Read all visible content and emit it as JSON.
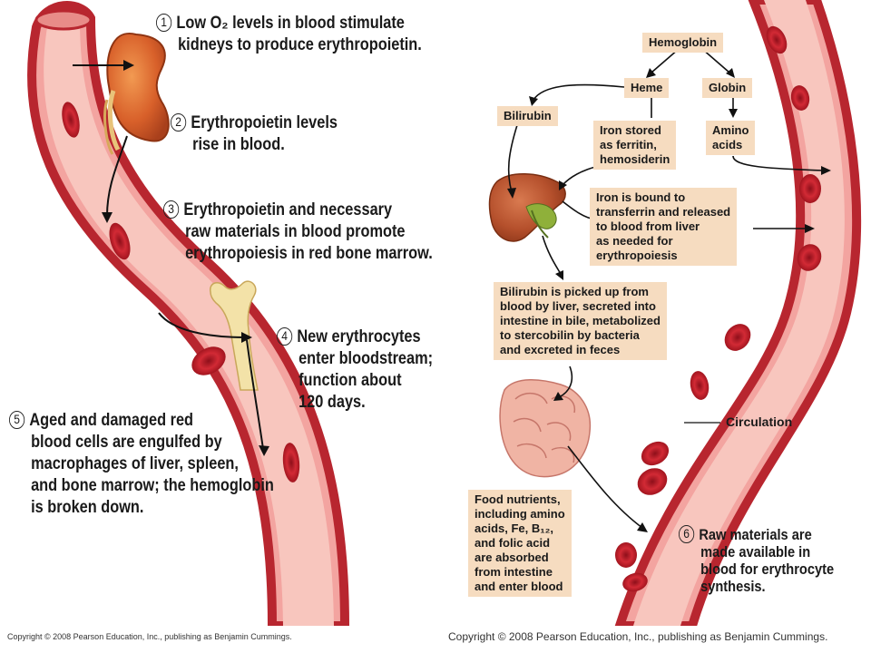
{
  "left": {
    "step1": {
      "num": "1",
      "line1": "Low O₂ levels in blood stimulate",
      "line2": "kidneys to produce erythropoietin."
    },
    "step2": {
      "num": "2",
      "line1": "Erythropoietin levels",
      "line2": "rise in blood."
    },
    "step3": {
      "num": "3",
      "line1": "Erythropoietin and necessary",
      "line2": "raw materials in blood promote",
      "line3": "erythropoiesis in red bone marrow."
    },
    "step4": {
      "num": "4",
      "line1": "New erythrocytes",
      "line2": "enter bloodstream;",
      "line3": "function about",
      "line4": "120 days."
    },
    "step5": {
      "num": "5",
      "line1": "Aged and damaged red",
      "line2": "blood cells are engulfed by",
      "line3": "macrophages of liver, spleen,",
      "line4": "and bone marrow; the hemoglobin",
      "line5": "is broken down."
    },
    "copyright": "Copyright © 2008 Pearson Education, Inc., publishing as Benjamin Cummings."
  },
  "right": {
    "hemoglobin": "Hemoglobin",
    "heme": "Heme",
    "globin": "Globin",
    "bilirubin": "Bilirubin",
    "iron_stored": [
      "Iron stored",
      "as ferritin,",
      "hemosiderin"
    ],
    "amino_acids": [
      "Amino",
      "acids"
    ],
    "iron_bound": [
      "Iron is bound to",
      "transferrin and released",
      "to blood from liver",
      "as needed for",
      "erythropoiesis"
    ],
    "bilirubin_path": [
      "Bilirubin is picked up from",
      "blood by liver, secreted into",
      "intestine in bile, metabolized",
      "to stercobilin by bacteria",
      "and excreted in feces"
    ],
    "food_nutrients": [
      "Food nutrients,",
      "including amino",
      "acids, Fe, B₁₂,",
      "and folic acid",
      "are absorbed",
      "from intestine",
      "and enter blood"
    ],
    "circulation": "Circulation",
    "step6": {
      "num": "6",
      "line1": "Raw materials are",
      "line2": "made available in",
      "line3": "blood for erythrocyte",
      "line4": "synthesis."
    },
    "copyright": "Copyright © 2008 Pearson Education, Inc., publishing as Benjamin Cummings."
  },
  "colors": {
    "vessel_outer": "#c8323a",
    "vessel_inner": "#f4a8a4",
    "vessel_lumen": "#f8c4bd",
    "rbc": "#c0202c",
    "kidney": "#d8602a",
    "liver": "#b5502c",
    "bone": "#f3e2a8",
    "intestine": "#f0b4a4",
    "box": "#f6dcc0"
  }
}
